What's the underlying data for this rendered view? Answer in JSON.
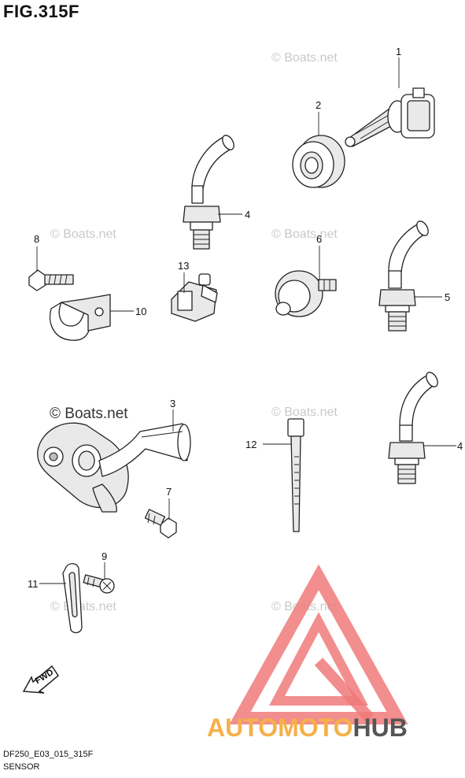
{
  "figure": {
    "title": "FIG.315F",
    "code": "DF250_E03_015_315F",
    "caption": "SENSOR"
  },
  "watermark": {
    "small_text": "© Boats.net",
    "large_text": "© Boats.net"
  },
  "logo": {
    "part1": "AUTOMOTO",
    "part2": "HUB",
    "colors": {
      "triangle": "#f07a7a",
      "auto": "#f5b04a",
      "hub": "#555555"
    }
  },
  "fwd_label": "FWD",
  "callouts": [
    {
      "label": "1"
    },
    {
      "label": "2"
    },
    {
      "label": "4"
    },
    {
      "label": "8"
    },
    {
      "label": "13"
    },
    {
      "label": "6"
    },
    {
      "label": "10"
    },
    {
      "label": "5"
    },
    {
      "label": "3"
    },
    {
      "label": "12"
    },
    {
      "label": "4"
    },
    {
      "label": "7"
    },
    {
      "label": "9"
    },
    {
      "label": "11"
    }
  ]
}
